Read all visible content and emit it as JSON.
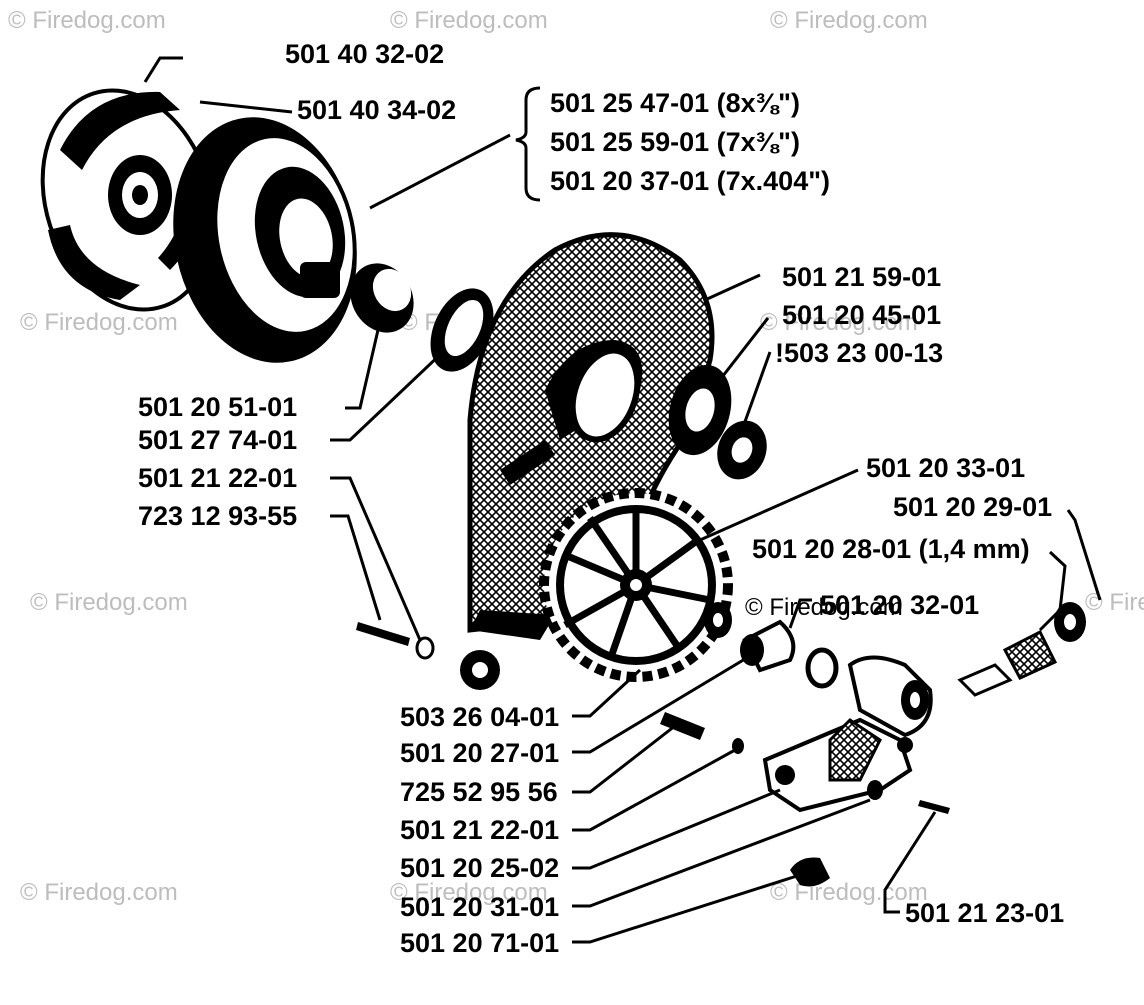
{
  "watermark": "© Firedog.com",
  "labels": {
    "p_501403202": "501 40 32-02",
    "p_501403402": "501 40 34-02",
    "p_501254701": "501 25 47-01  (8x⅜\")",
    "p_501255901": "501 25 59-01  (7x⅜\")",
    "p_501203701": "501 20 37-01  (7x.404\")",
    "p_501215901": "501 21 59-01",
    "p_501204501": "501 20 45-01",
    "p_503230013": "!503 23 00-13",
    "p_501203301": "501 20 33-01",
    "p_501202901": "501 20 29-01",
    "p_501202801": "501 20 28-01 (1,4 mm)",
    "p_501203201": "501 20 32-01",
    "p_501205101": "501 20 51-01",
    "p_501277401": "501 27 74-01",
    "p_501212201a": "501 21 22-01",
    "p_723129355": "723 12 93-55",
    "p_503260401": "503 26 04-01",
    "p_501202701": "501 20 27-01",
    "p_725529556": "725 52 95 56",
    "p_501212201b": "501 21 22-01",
    "p_501202502": "501 20 25-02",
    "p_501203101": "501 20 31-01",
    "p_501207101": "501 20 71-01",
    "p_501212301": "501 21 23-01"
  }
}
